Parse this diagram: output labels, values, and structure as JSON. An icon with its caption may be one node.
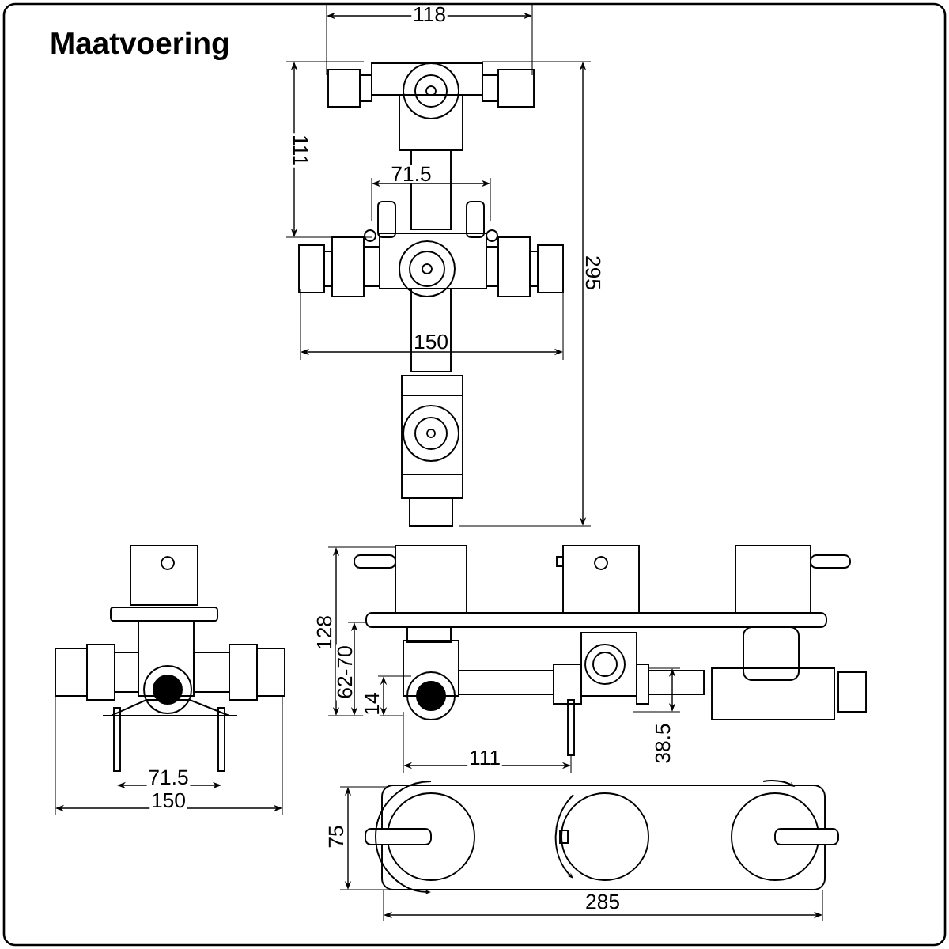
{
  "diagram": {
    "title": "Maatvoering",
    "labels": [
      "118",
      "111",
      "71.5",
      "295",
      "150",
      "128",
      "62-70",
      "14",
      "38.5",
      "111",
      "71.5",
      "150",
      "75",
      "285"
    ]
  }
}
